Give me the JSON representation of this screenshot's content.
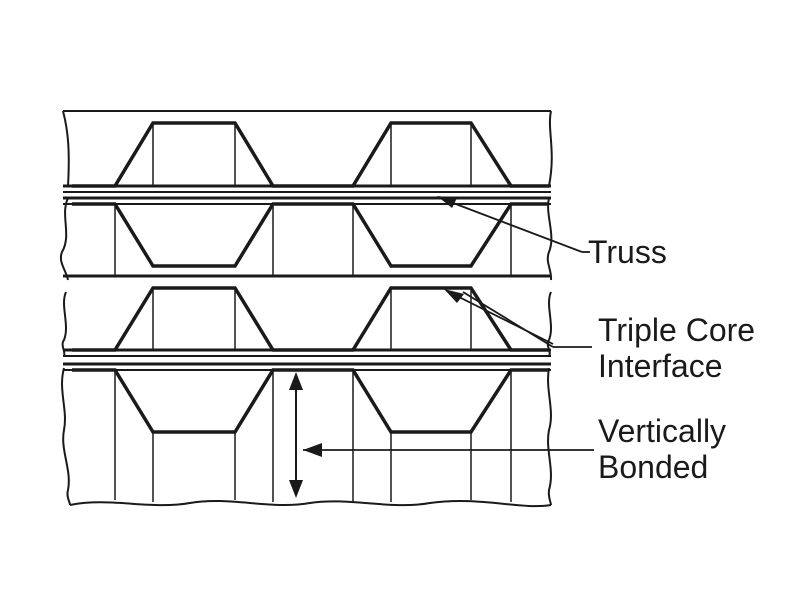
{
  "labels": {
    "truss": "Truss",
    "triple_core_line1": "Triple Core",
    "triple_core_line2": "Interface",
    "vertically_bonded_line1": "Vertically",
    "vertically_bonded_line2": "Bonded"
  },
  "colors": {
    "line": "#1a1a1a",
    "background": "#ffffff"
  }
}
